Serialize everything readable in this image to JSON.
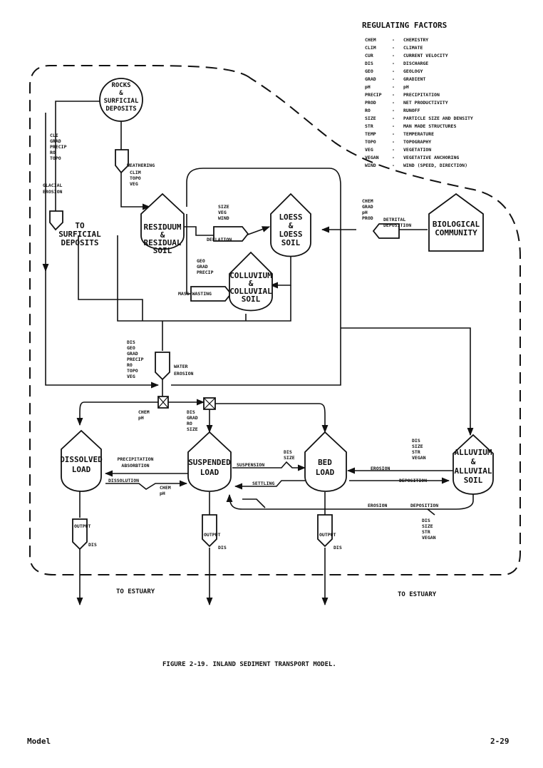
{
  "legend": {
    "title": "REGULATING FACTORS",
    "items": [
      {
        "code": "CHEM",
        "desc": "CHEMISTRY"
      },
      {
        "code": "CLIM",
        "desc": "CLIMATE"
      },
      {
        "code": "CUR",
        "desc": "CURRENT VELOCITY"
      },
      {
        "code": "DIS",
        "desc": "DISCHARGE"
      },
      {
        "code": "GEO",
        "desc": "GEOLOGY"
      },
      {
        "code": "GRAD",
        "desc": "GRADIENT"
      },
      {
        "code": "pH",
        "desc": "pH"
      },
      {
        "code": "PRECIP",
        "desc": "PRECIPITATION"
      },
      {
        "code": "PROD",
        "desc": "NET PRODUCTIVITY"
      },
      {
        "code": "RO",
        "desc": "RUNOFF"
      },
      {
        "code": "SIZE",
        "desc": "PARTICLE SIZE AND DENSITY"
      },
      {
        "code": "STR",
        "desc": "MAN MADE STRUCTURES"
      },
      {
        "code": "TEMP",
        "desc": "TEMPERATURE"
      },
      {
        "code": "TOPO",
        "desc": "TOPOGRAPHY"
      },
      {
        "code": "VEG",
        "desc": "VEGETATION"
      },
      {
        "code": "VEGAN",
        "desc": "VEGETATIVE ANCHORING"
      },
      {
        "code": "WIND",
        "desc": "WIND (SPEED, DIRECTION)"
      }
    ]
  },
  "nodes": {
    "rocks": [
      "ROCKS",
      "&",
      "SURFICIAL",
      "DEPOSITS"
    ],
    "surficial": [
      "TO",
      "SURFICIAL",
      "DEPOSITS"
    ],
    "residuum": [
      "RESIDUUM",
      "&",
      "RESIDUAL",
      "SOIL"
    ],
    "loess": [
      "LOESS",
      "&",
      "LOESS",
      "SOIL"
    ],
    "colluvium": [
      "COLLUVIUM",
      "&",
      "COLLUVIAL",
      "SOIL"
    ],
    "biological": [
      "BIOLOGICAL",
      "COMMUNITY"
    ],
    "dissolved": [
      "DISSOLVED",
      "LOAD"
    ],
    "suspended": [
      "SUSPENDED",
      "LOAD"
    ],
    "bed": [
      "BED",
      "LOAD"
    ],
    "alluvium": [
      "ALLUVIUM",
      "&",
      "ALLUVIAL",
      "SOIL"
    ]
  },
  "processes": {
    "glacial_erosion": [
      "GLACIAL",
      "EROSION"
    ],
    "weathering": "WEATHERING",
    "deflation": "DEFLATION",
    "mass_wasting": "MASS WASTING",
    "detrital_deposition": [
      "DETRITAL",
      "DEPOSITION"
    ],
    "water_erosion": [
      "WATER",
      "EROSION"
    ],
    "precipitation_absorbtion": [
      "PRECIPITATION",
      "ABSORBTION"
    ],
    "dissolution": "DISSOLUTION",
    "suspension": "SUSPENSION",
    "settling": "SETTLING",
    "erosion_1": "EROSION",
    "deposition_1": "DEPOSITION",
    "erosion_2": "EROSION",
    "deposition_2": "DEPOSITION",
    "output": "OUTPUT"
  },
  "factors": {
    "glacial": [
      "CLI",
      "GRAD",
      "PRECIP",
      "RO",
      "TOPO"
    ],
    "weathering": [
      "CLIM",
      "TOPO",
      "VEG"
    ],
    "deflation": [
      "SIZE",
      "VEG",
      "WIND"
    ],
    "mass_wasting": [
      "GEO",
      "GRAD",
      "PRECIP"
    ],
    "detrital": [
      "CHEM",
      "GRAD",
      "pH",
      "PROD"
    ],
    "water_erosion": [
      "DIS",
      "GEO",
      "GRAD",
      "PRECIP",
      "RO",
      "TOPO",
      "VEG"
    ],
    "junction_1": [
      "CHEM",
      "pH"
    ],
    "junction_2": [
      "DIS",
      "GRAD",
      "RO",
      "SIZE"
    ],
    "dissolution": [
      "CHEM",
      "pH"
    ],
    "suspension": [
      "DIS",
      "SIZE"
    ],
    "alluvium_dep": [
      "DIS",
      "SIZE",
      "STR",
      "VEGAN"
    ],
    "lower_dep": [
      "DIS",
      "SIZE",
      "STR",
      "VEGAN"
    ],
    "output": "DIS"
  },
  "to_estuary": "TO ESTUARY",
  "caption": "FIGURE 2-19.  INLAND SEDIMENT TRANSPORT MODEL.",
  "footer_left": "Model",
  "page_number": "2-29"
}
